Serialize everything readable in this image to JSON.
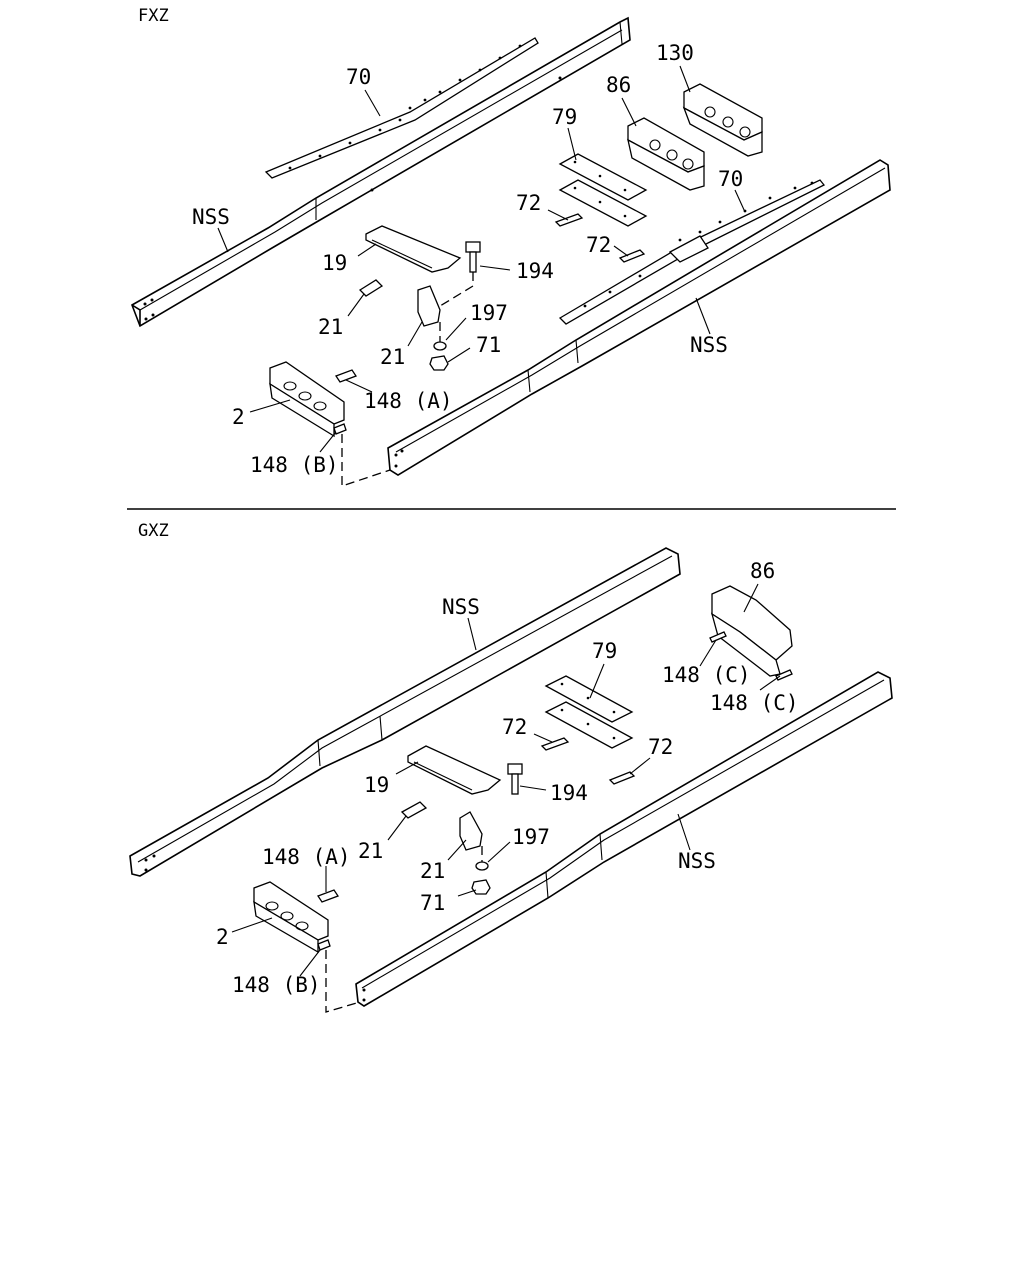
{
  "sections": [
    {
      "title": "FXZ",
      "labels": [
        "70",
        "130",
        "86",
        "79",
        "NSS",
        "72",
        "70",
        "19",
        "194",
        "72",
        "21",
        "197",
        "21",
        "71",
        "NSS",
        "148 (A)",
        "2",
        "148 (B)"
      ]
    },
    {
      "title": "GXZ",
      "labels": [
        "86",
        "NSS",
        "79",
        "148 (C)",
        "148 (C)",
        "72",
        "72",
        "19",
        "194",
        "21",
        "197",
        "148 (A)",
        "21",
        "71",
        "NSS",
        "2",
        "148 (B)"
      ]
    }
  ]
}
